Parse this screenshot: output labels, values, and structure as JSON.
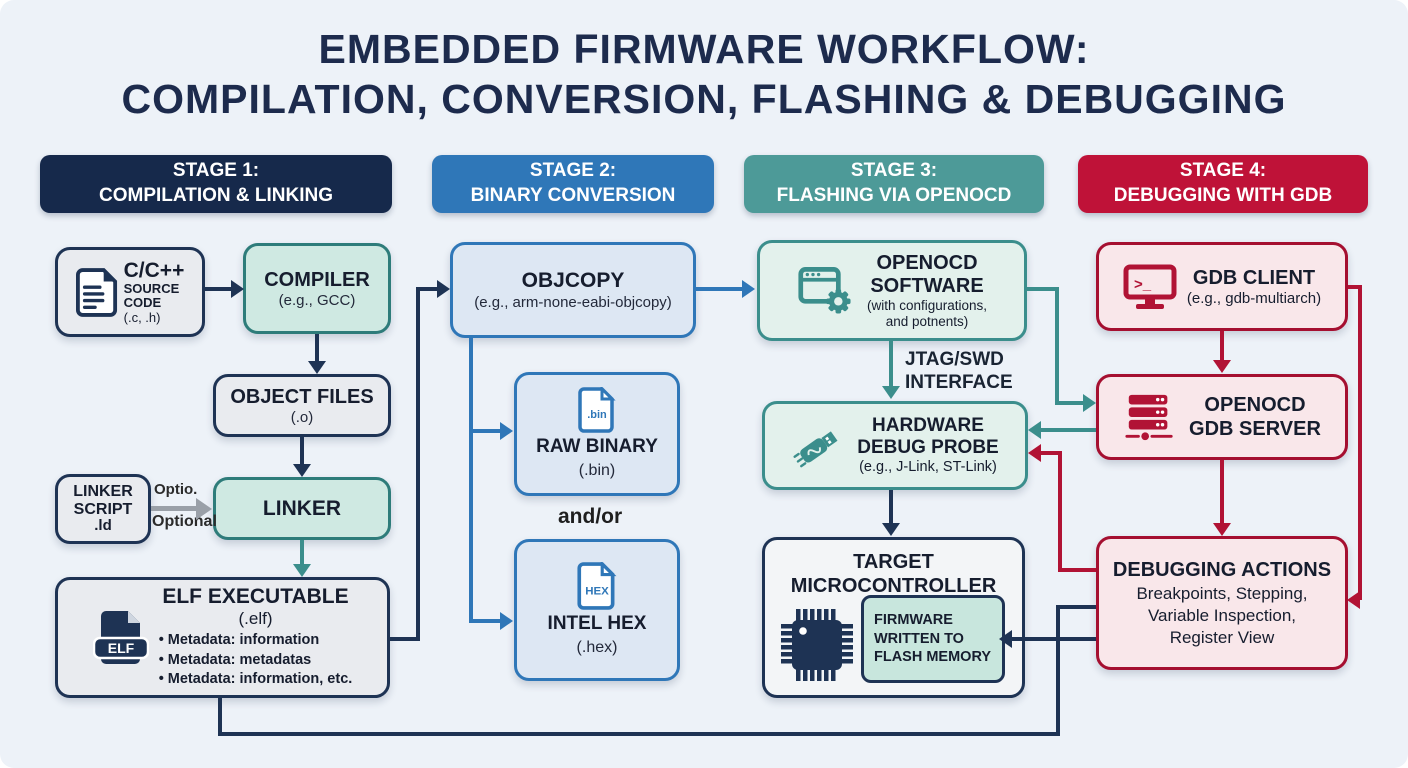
{
  "title": {
    "line1": "EMBEDDED FIRMWARE WORKFLOW:",
    "line2": "COMPILATION, CONVERSION, FLASHING & DEBUGGING"
  },
  "stages": [
    {
      "label1": "STAGE 1:",
      "label2": "COMPILATION & LINKING",
      "color": "#16294b"
    },
    {
      "label1": "STAGE 2:",
      "label2": "BINARY CONVERSION",
      "color": "#2f77b8"
    },
    {
      "label1": "STAGE 3:",
      "label2": "FLASHING VIA OPENOCD",
      "color": "#4d9a98"
    },
    {
      "label1": "STAGE 4:",
      "label2": "DEBUGGING WITH GDB",
      "color": "#bf1238"
    }
  ],
  "stage1": {
    "source_code": {
      "line1": "C/C++",
      "line2": "SOURCE",
      "line3": "CODE",
      "sub": "(.c, .h)"
    },
    "compiler": {
      "title": "COMPILER",
      "sub": "(e.g., GCC)"
    },
    "object_files": {
      "title": "OBJECT FILES",
      "sub": "(.o)"
    },
    "linker_script": {
      "line1": "LINKER",
      "line2": "SCRIPT",
      "line3": ".ld"
    },
    "optional_label_top": "Optio.",
    "optional_label_bottom": "Optional",
    "linker": {
      "title": "LINKER"
    },
    "elf": {
      "title": "ELF EXECUTABLE",
      "sub": "(.elf)",
      "icon_label": "ELF",
      "bullets": [
        "• Metadata: information",
        "• Metadata: metadatas",
        "• Metadata: information, etc."
      ]
    }
  },
  "stage2": {
    "objcopy": {
      "title": "OBJCOPY",
      "sub": "(e.g., arm-none-eabi-objcopy)"
    },
    "raw_binary": {
      "title": "RAW BINARY",
      "sub": "(.bin)",
      "icon_label": ".bin"
    },
    "and_or": "and/or",
    "intel_hex": {
      "title": "INTEL HEX",
      "sub": "(.hex)",
      "icon_label": "HEX"
    }
  },
  "stage3": {
    "openocd_software": {
      "line1": "OPENOCD",
      "line2": "SOFTWARE",
      "sub1": "(with configurations,",
      "sub2": "and potnents)"
    },
    "jtag": {
      "line1": "JTAG/SWD",
      "line2": "INTERFACE"
    },
    "probe": {
      "line1": "HARDWARE",
      "line2": "DEBUG PROBE",
      "sub": "(e.g., J-Link, ST-Link)"
    },
    "target_mcu": {
      "line1": "TARGET",
      "line2": "MICROCONTROLLER"
    },
    "firmware": {
      "line1": "FIRMWARE",
      "line2": "WRITTEN TO",
      "line3": "FLASH MEMORY"
    }
  },
  "stage4": {
    "gdb_client": {
      "title": "GDB CLIENT",
      "sub": "(e.g., gdb-multiarch)"
    },
    "gdb_server": {
      "line1": "OPENOCD",
      "line2": "GDB SERVER"
    },
    "debugging_actions": {
      "title": "DEBUGGING ACTIONS",
      "line1": "Breakpoints, Stepping,",
      "line2": "Variable Inspection,",
      "line3": "Register View"
    }
  },
  "colors": {
    "navy": "#1e3354",
    "blue": "#2f77b8",
    "teal": "#3b8e8c",
    "red": "#b11335",
    "gray": "#9aa0a8",
    "background": "#edf2f8"
  }
}
